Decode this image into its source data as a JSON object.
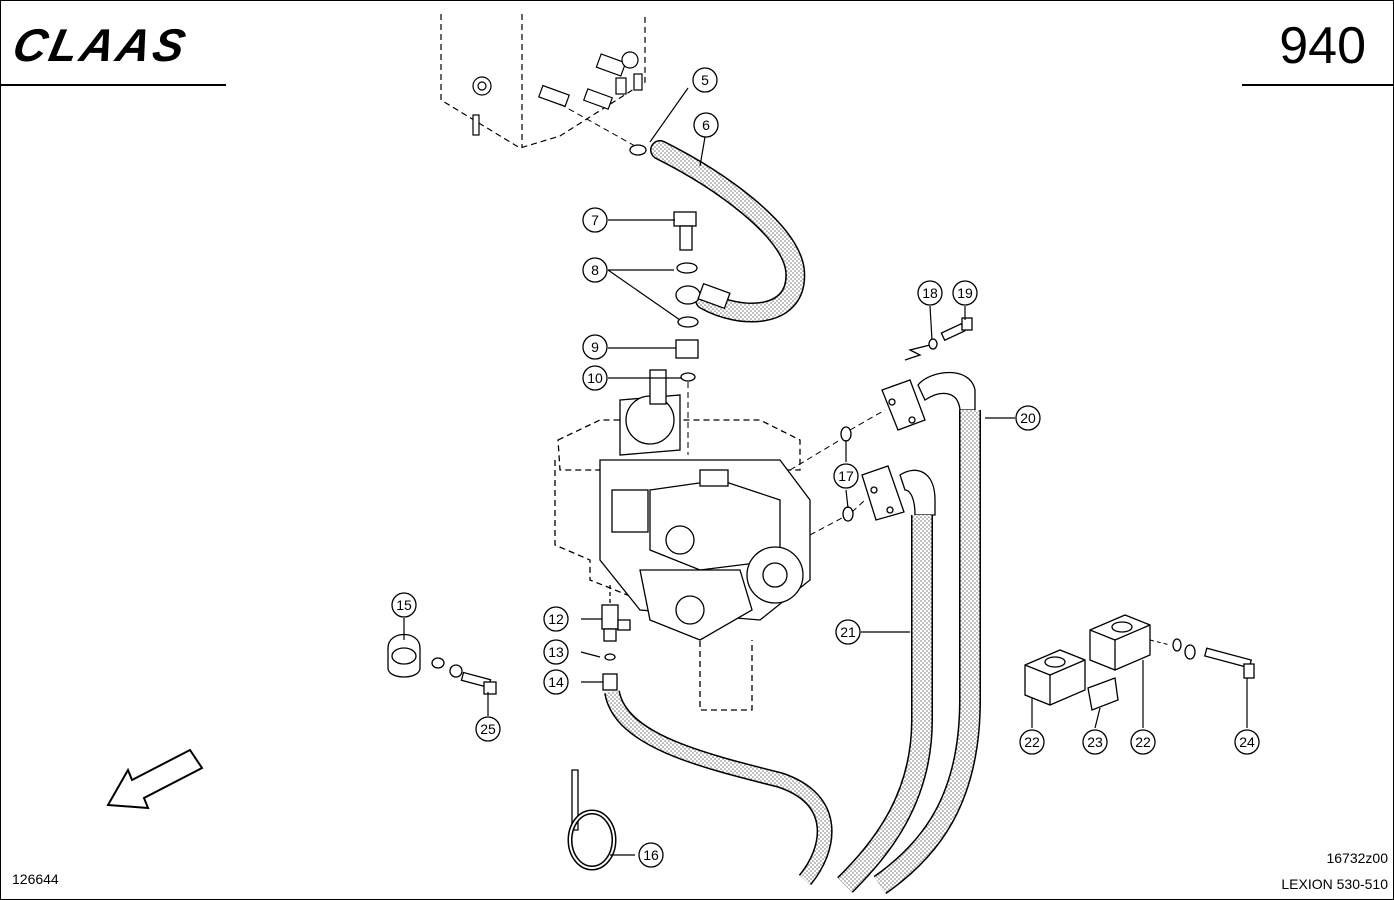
{
  "header": {
    "brand": "CLAAS",
    "page_number": "940"
  },
  "footer": {
    "reference_left": "126644",
    "drawing_number": "16732z00",
    "model": "LEXION 530-510"
  },
  "callouts": [
    {
      "id": "c5",
      "label": "5"
    },
    {
      "id": "c6",
      "label": "6"
    },
    {
      "id": "c7",
      "label": "7"
    },
    {
      "id": "c8",
      "label": "8"
    },
    {
      "id": "c9",
      "label": "9"
    },
    {
      "id": "c10",
      "label": "10"
    },
    {
      "id": "c12",
      "label": "12"
    },
    {
      "id": "c13",
      "label": "13"
    },
    {
      "id": "c14",
      "label": "14"
    },
    {
      "id": "c15",
      "label": "15"
    },
    {
      "id": "c16",
      "label": "16"
    },
    {
      "id": "c17",
      "label": "17"
    },
    {
      "id": "c18",
      "label": "18"
    },
    {
      "id": "c19",
      "label": "19"
    },
    {
      "id": "c20",
      "label": "20"
    },
    {
      "id": "c21",
      "label": "21"
    },
    {
      "id": "c22a",
      "label": "22"
    },
    {
      "id": "c22b",
      "label": "22"
    },
    {
      "id": "c23",
      "label": "23"
    },
    {
      "id": "c24",
      "label": "24"
    },
    {
      "id": "c25",
      "label": "25"
    }
  ],
  "colors": {
    "ink": "#000000",
    "paper": "#ffffff",
    "hose_fill": "#d9d9d9"
  }
}
